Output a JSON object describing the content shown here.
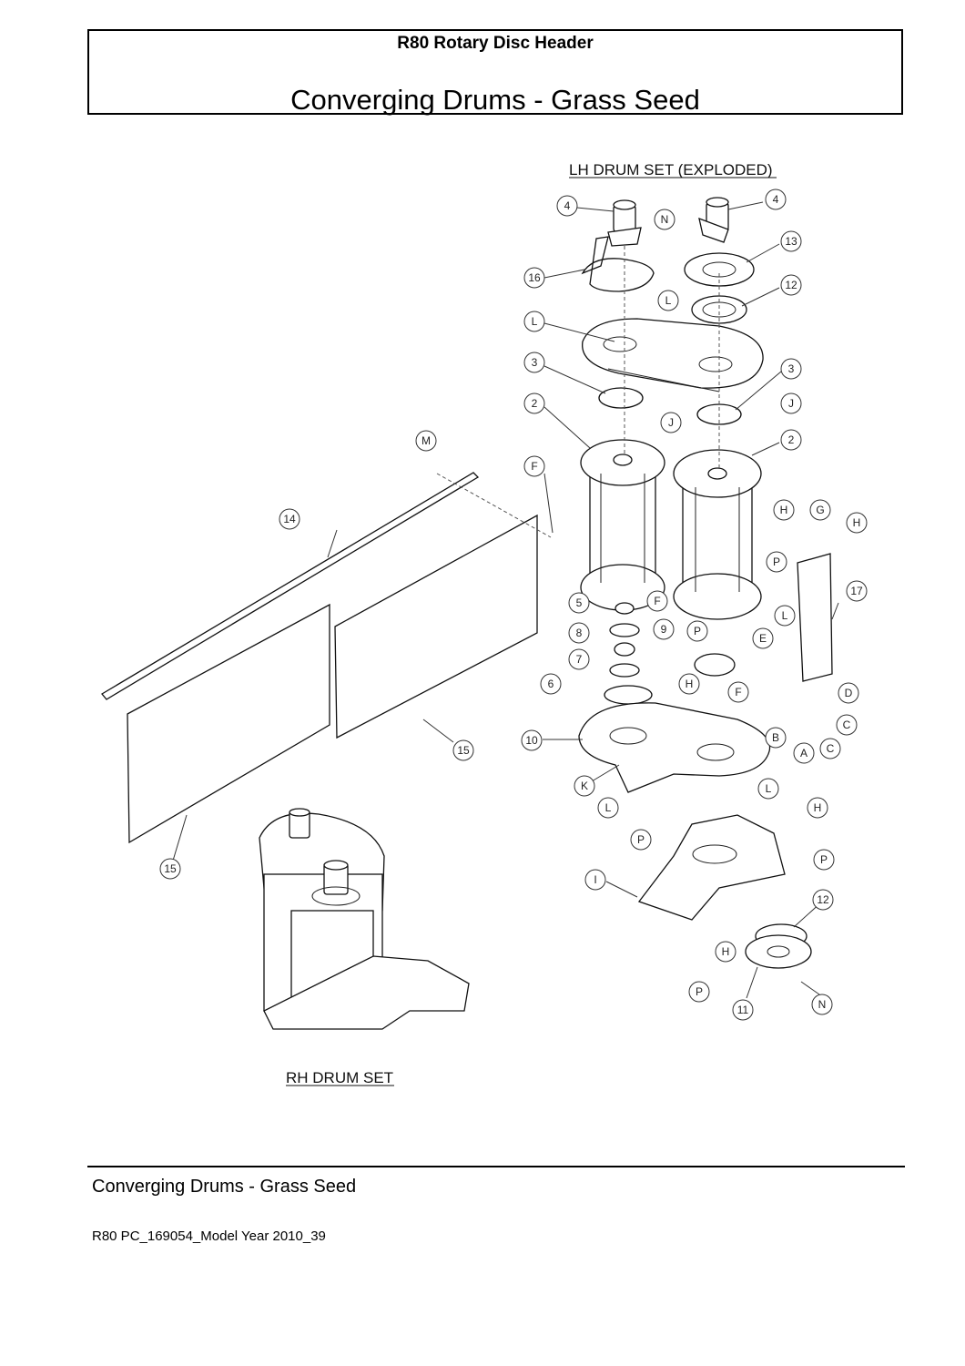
{
  "header": {
    "model_title": "R80 Rotary Disc Header",
    "page_title": "Converging Drums - Grass Seed"
  },
  "drawing": {
    "exploded_caption": "LH DRUM SET (EXPLODED)",
    "assembled_caption": "RH DRUM SET",
    "callouts": [
      "4",
      "N",
      "4",
      "13",
      "16",
      "12",
      "L",
      "L",
      "3",
      "3",
      "2",
      "J",
      "J",
      "M",
      "F",
      "2",
      "14",
      "H",
      "G",
      "H",
      "P",
      "17",
      "5",
      "F",
      "8",
      "9",
      "P",
      "L",
      "E",
      "7",
      "6",
      "H",
      "F",
      "D",
      "C",
      "B",
      "10",
      "15",
      "A",
      "C",
      "K",
      "L",
      "L",
      "H",
      "P",
      "P",
      "15",
      "I",
      "12",
      "H",
      "P",
      "11",
      "N"
    ]
  },
  "footer": {
    "section_title": "Converging Drums - Grass Seed",
    "doc_ref": "R80 PC_169054_Model Year 2010_39"
  }
}
